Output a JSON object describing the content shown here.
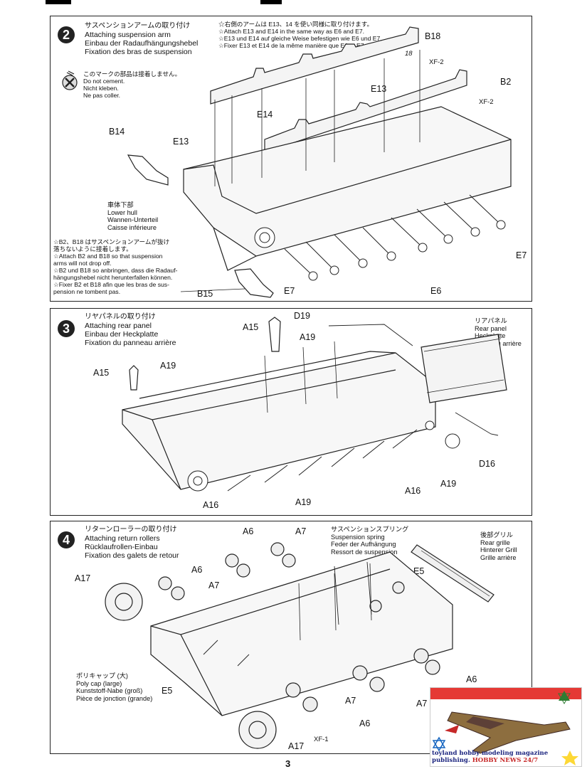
{
  "page_number": "3",
  "step2": {
    "num": "2",
    "title_jp": "サスペンションアームの取り付け",
    "title_en": "Attaching suspension arm",
    "title_de": "Einbau der Radaufhängungshebel",
    "title_fr": "Fixation des bras de suspension",
    "note_jp": "☆右側のアームは E13、14 を使い同様に取り付けます。",
    "note_en": "☆Attach E13 and E14 in the same way as E6 and E7.",
    "note_de": "☆E13 und E14 auf gleiche Weise befestigen wie E6 und E7.",
    "note_fr": "☆Fixer E13 et E14 de la même manière que E6 et E7.",
    "cement_jp": "このマークの部品は接着しません。",
    "cement_en": "Do not cement.",
    "cement_de": "Nicht kleben.",
    "cement_fr": "Ne pas coller.",
    "hull_jp": "車体下部",
    "hull_en": "Lower hull",
    "hull_de": "Wannen-Unterteil",
    "hull_fr": "Caisse inférieure",
    "b2_note": [
      "☆B2、B18 はサスペンションアームが抜け",
      "落ちないように接着します。",
      "☆Attach B2 and B18 so that suspension",
      "arms will not drop off.",
      "☆B2 und B18 so anbringen, dass die Radauf-",
      "hängungshebel nicht herunterfallen können.",
      "☆Fixer B2 et B18 afin que les bras de sus-",
      "pension ne tombent pas."
    ],
    "labels": {
      "B18": "B18",
      "n18": "18",
      "XF2a": "XF-2",
      "B2": "B2",
      "XF2b": "XF-2",
      "E13a": "E13",
      "E14": "E14",
      "E13b": "E13",
      "B14": "B14",
      "E7a": "E7",
      "E7b": "E7",
      "E6": "E6",
      "B15": "B15"
    }
  },
  "step3": {
    "num": "3",
    "title_jp": "リヤパネルの取り付け",
    "title_en": "Attaching rear panel",
    "title_de": "Einbau der Heckplatte",
    "title_fr": "Fixation du panneau arrière",
    "rear_jp": "リアパネル",
    "rear_en": "Rear panel",
    "rear_de": "Heckplatte",
    "rear_fr": "Panneau arrière",
    "labels": {
      "A15a": "A15",
      "D19": "D19",
      "A19a": "A19",
      "A15b": "A15",
      "A19b": "A19",
      "D16": "D16",
      "A16a": "A16",
      "A19c": "A19",
      "A16b": "A16",
      "A19d": "A19"
    }
  },
  "step4": {
    "num": "4",
    "title_jp": "リターンローラーの取り付け",
    "title_en": "Attaching return rollers",
    "title_de": "Rücklaufrollen-Einbau",
    "title_fr": "Fixation des galets de retour",
    "spring_jp": "サスペンションスプリング",
    "spring_en": "Suspension spring",
    "spring_de": "Feder der Aufhängung",
    "spring_fr": "Ressort de suspension",
    "grille_jp": "後部グリル",
    "grille_en": "Rear grille",
    "grille_de": "Hinterer Grill",
    "grille_fr": "Grille arrière",
    "poly_jp": "ポリキャップ (大)",
    "poly_en": "Poly cap (large)",
    "poly_de": "Kunststoff-Nabe (groß)",
    "poly_fr": "Pièce de jonction (grande)",
    "labels": {
      "A6a": "A6",
      "A7a": "A7",
      "A6b": "A6",
      "A7b": "A7",
      "A17a": "A17",
      "E5a": "E5",
      "E5b": "E5",
      "A6c": "A6",
      "A7c": "A7",
      "A7d": "A7",
      "A6d": "A6",
      "XF1": "XF-1",
      "A17b": "A17"
    }
  },
  "ad": {
    "line1": "toyland hobby modeling magazine",
    "line2": "publishing.",
    "line3": "HOBBY NEWS 24/7"
  }
}
